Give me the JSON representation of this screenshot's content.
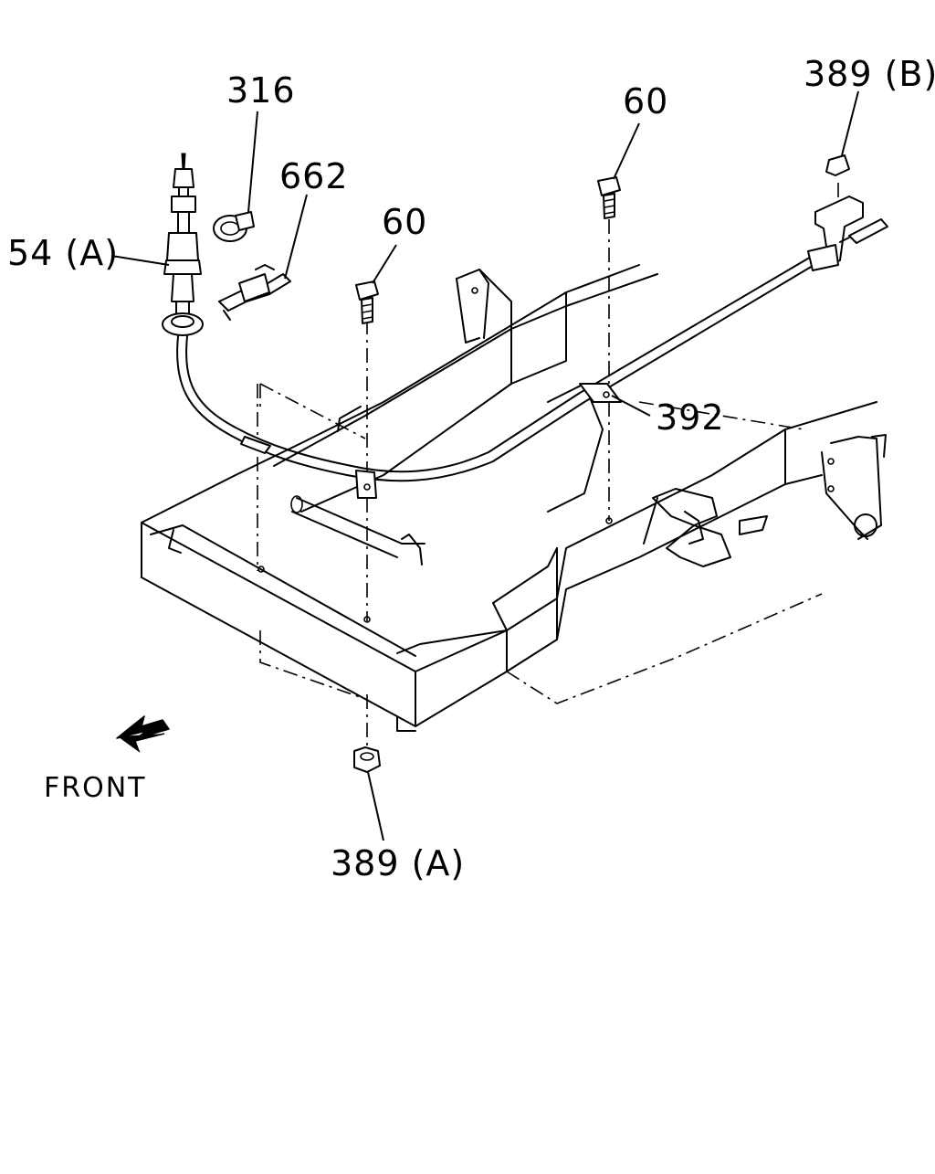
{
  "callouts": [
    {
      "id": "p316",
      "text": "316"
    },
    {
      "id": "p662",
      "text": "662"
    },
    {
      "id": "p54a",
      "text": "54 (A)"
    },
    {
      "id": "p60_left",
      "text": "60"
    },
    {
      "id": "p60_right",
      "text": "60"
    },
    {
      "id": "p389b",
      "text": "389 (B)"
    },
    {
      "id": "p392",
      "text": "392"
    },
    {
      "id": "p389a",
      "text": "389 (A)"
    }
  ],
  "direction_label": "FRONT",
  "icons": [
    "front-arrow-icon"
  ]
}
